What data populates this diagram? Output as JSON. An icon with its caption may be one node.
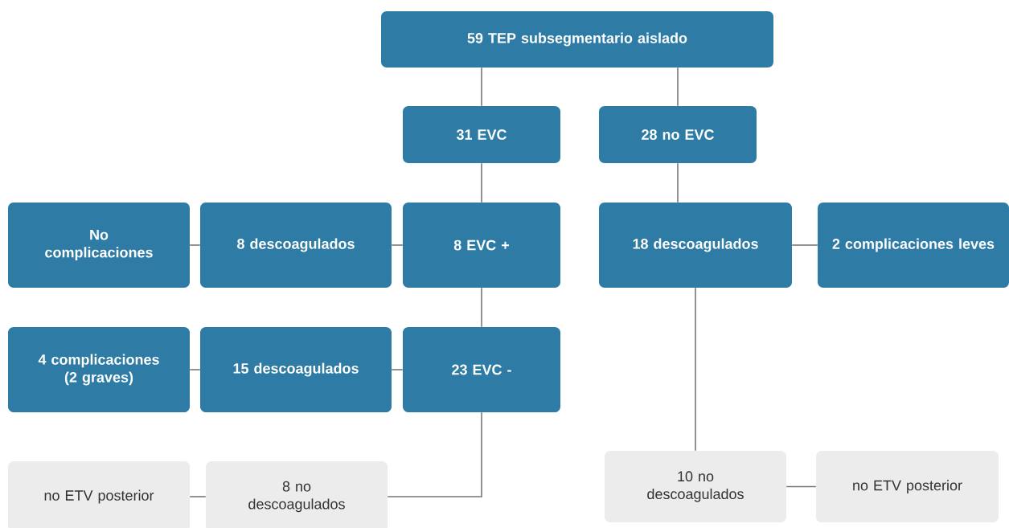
{
  "diagram": {
    "nodes": [
      {
        "text": [
          "59 TEP subsegmentario aislado"
        ]
      },
      {
        "text": [
          "31 EVC"
        ]
      },
      {
        "text": [
          "28 no EVC"
        ]
      },
      {
        "text": [
          "No complicaciones"
        ]
      },
      {
        "text": [
          "8 descoagulados"
        ]
      },
      {
        "text": [
          "8 EVC +"
        ]
      },
      {
        "text": [
          "18 descoagulados"
        ]
      },
      {
        "text": [
          "2 complicaciones leves"
        ]
      },
      {
        "text": [
          "4 complicaciones (2 graves)"
        ]
      },
      {
        "text": [
          "15 descoagulados"
        ]
      },
      {
        "text": [
          "23 EVC -"
        ]
      },
      {
        "text": [
          "no ETV posterior"
        ]
      },
      {
        "text": [
          "8 no descoagulados"
        ]
      },
      {
        "text": [
          "10 no descoagulados"
        ]
      },
      {
        "text": [
          "no ETV posterior"
        ]
      }
    ],
    "edges": [
      {
        "from": 0,
        "to": 1,
        "arrow": "none"
      },
      {
        "from": 0,
        "to": 2,
        "arrow": "none"
      },
      {
        "from": 1,
        "to": 5,
        "arrow": "none"
      },
      {
        "from": 5,
        "to": 4,
        "arrow": "none"
      },
      {
        "from": 4,
        "to": 3,
        "arrow": "none"
      },
      {
        "from": 5,
        "to": 10,
        "arrow": "none"
      },
      {
        "from": 10,
        "to": 9,
        "arrow": "none"
      },
      {
        "from": 9,
        "to": 8,
        "arrow": "none"
      },
      {
        "from": 10,
        "to": 12,
        "arrow": "none"
      },
      {
        "from": 12,
        "to": 11,
        "arrow": "none"
      },
      {
        "from": 2,
        "to": 6,
        "arrow": "none"
      },
      {
        "from": 6,
        "to": 7,
        "arrow": "none"
      },
      {
        "from": 6,
        "to": 13,
        "arrow": "none"
      },
      {
        "from": 13,
        "to": 14,
        "arrow": "none"
      }
    ]
  }
}
